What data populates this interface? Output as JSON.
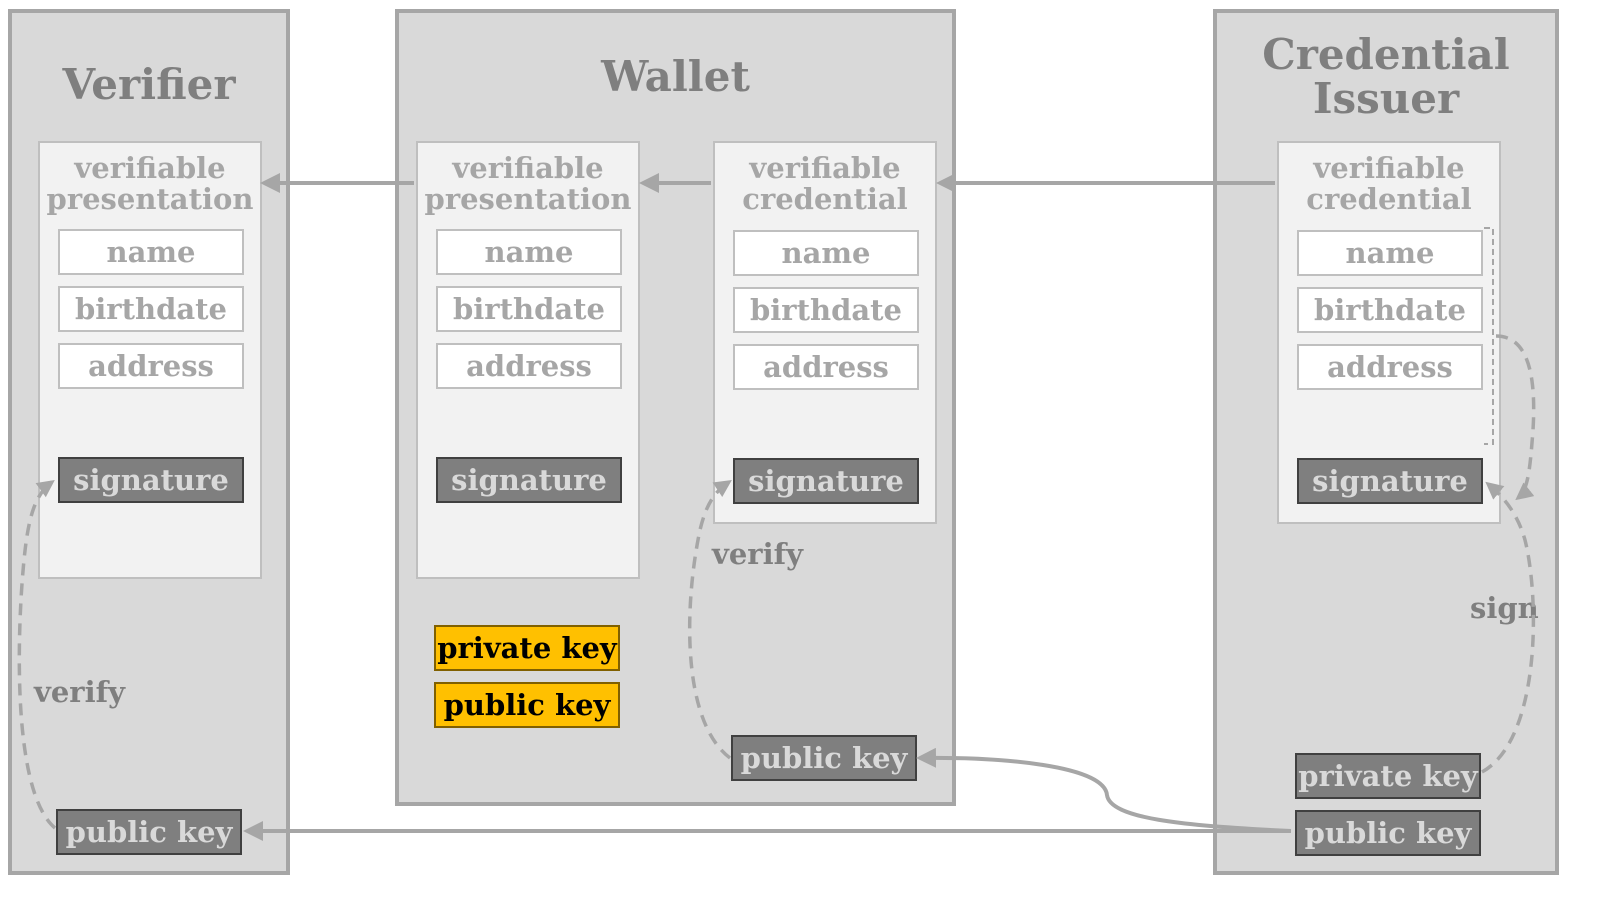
{
  "verifier": {
    "title": "Verifier",
    "doc_title": "verifiable presentation",
    "fields": [
      "name",
      "birthdate",
      "address"
    ],
    "signature": "signature",
    "public_key": "public key",
    "verify_label": "verify"
  },
  "wallet": {
    "title": "Wallet",
    "presentation": {
      "doc_title": "verifiable presentation",
      "fields": [
        "name",
        "birthdate",
        "address"
      ],
      "signature": "signature"
    },
    "credential": {
      "doc_title": "verifiable credential",
      "fields": [
        "name",
        "birthdate",
        "address"
      ],
      "signature": "signature"
    },
    "private_key": "private key",
    "public_key_own": "public key",
    "public_key_issuer": "public key",
    "verify_label": "verify"
  },
  "issuer": {
    "title": "Credential Issuer",
    "doc_title": "verifiable credential",
    "fields": [
      "name",
      "birthdate",
      "address"
    ],
    "signature": "signature",
    "private_key": "private key",
    "public_key": "public key",
    "sign_label": "sign"
  },
  "colors": {
    "panel": "#d9d9d9",
    "panel_border": "#a6a6a6",
    "doc": "#f2f2f2",
    "signature": "#7f7f7f",
    "key_highlight": "#ffc000",
    "arrow": "#a6a6a6"
  }
}
